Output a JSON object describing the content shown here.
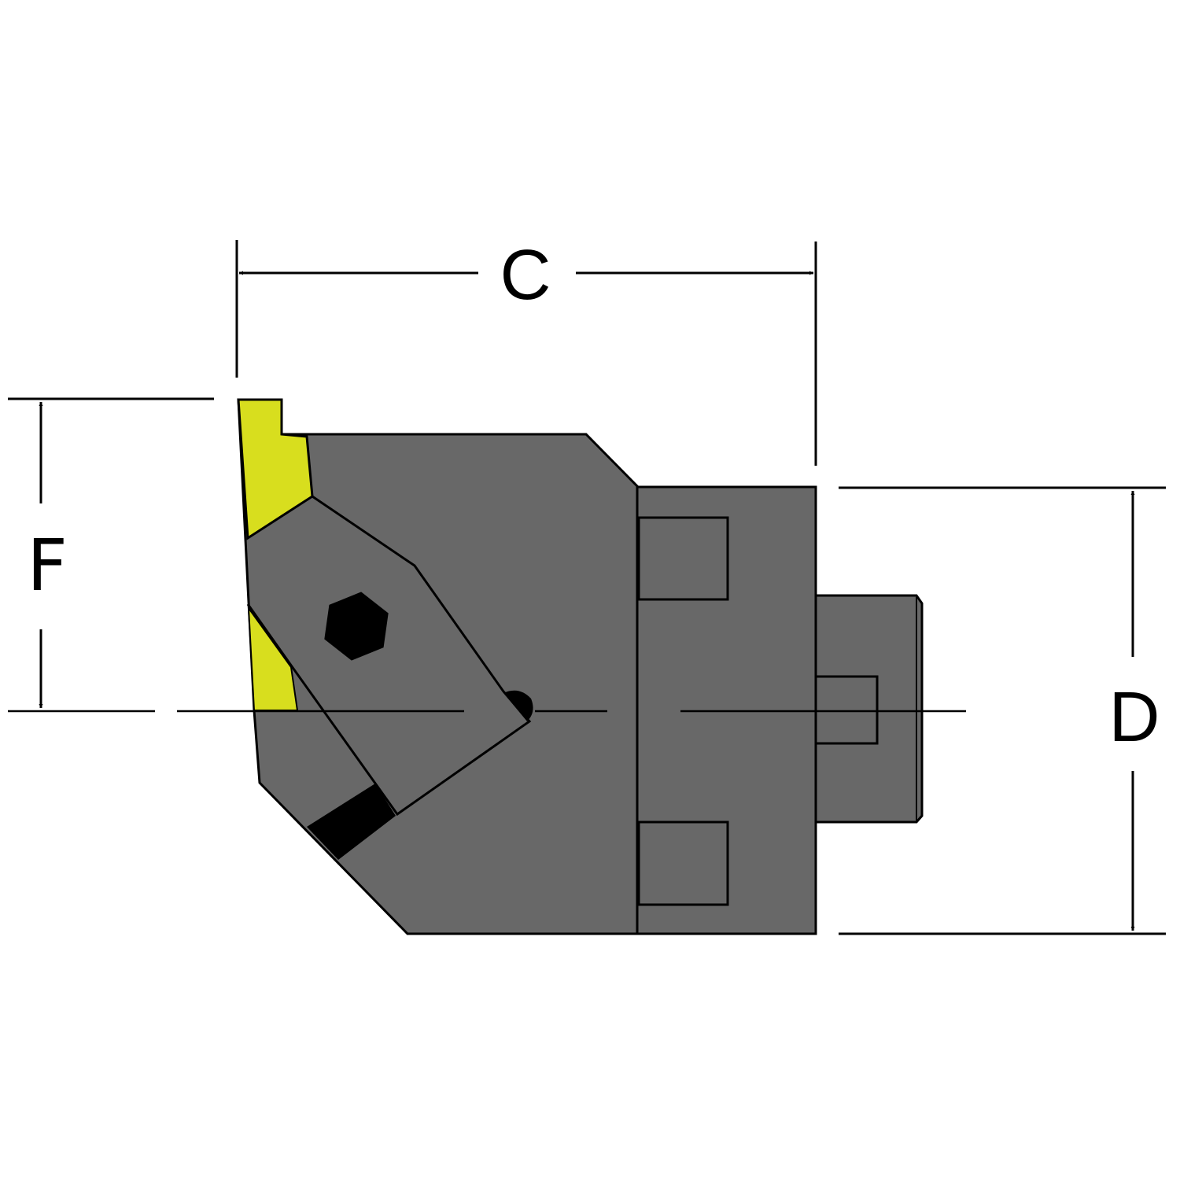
{
  "dimensions": {
    "C": {
      "label": "C"
    },
    "F": {
      "label": "F"
    },
    "D": {
      "label": "D"
    }
  },
  "colors": {
    "body": "#686868",
    "insert_pad": "#d8de1e",
    "outline": "#000000",
    "background": "#ffffff"
  }
}
